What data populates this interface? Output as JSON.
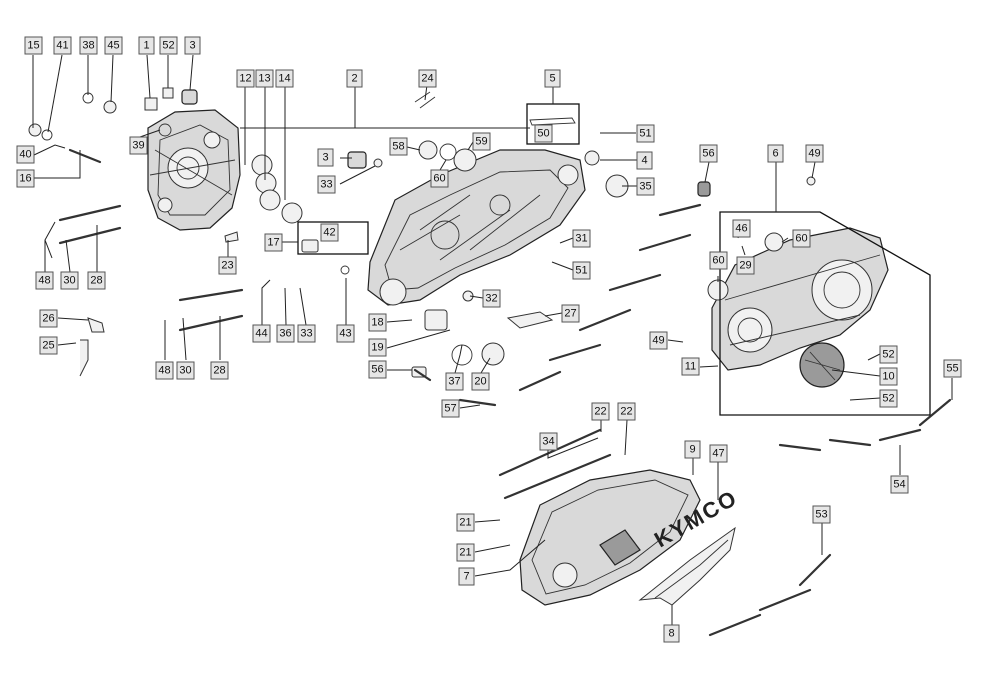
{
  "diagram": {
    "callouts": [
      "15",
      "41",
      "38",
      "45",
      "1",
      "52",
      "3",
      "12",
      "13",
      "14",
      "2",
      "24",
      "5",
      "50",
      "51",
      "4",
      "35",
      "56",
      "6",
      "49",
      "40",
      "39",
      "16",
      "3",
      "33",
      "58",
      "59",
      "60",
      "17",
      "42",
      "31",
      "51",
      "46",
      "60",
      "29",
      "60",
      "48",
      "30",
      "28",
      "23",
      "27",
      "32",
      "18",
      "19",
      "26",
      "25",
      "44",
      "36",
      "33",
      "43",
      "56",
      "37",
      "20",
      "57",
      "48",
      "30",
      "28",
      "49",
      "11",
      "52",
      "10",
      "52",
      "55",
      "54",
      "22",
      "22",
      "34",
      "9",
      "47",
      "21",
      "21",
      "7",
      "53",
      "8"
    ],
    "logo_text": "KYMCO"
  }
}
